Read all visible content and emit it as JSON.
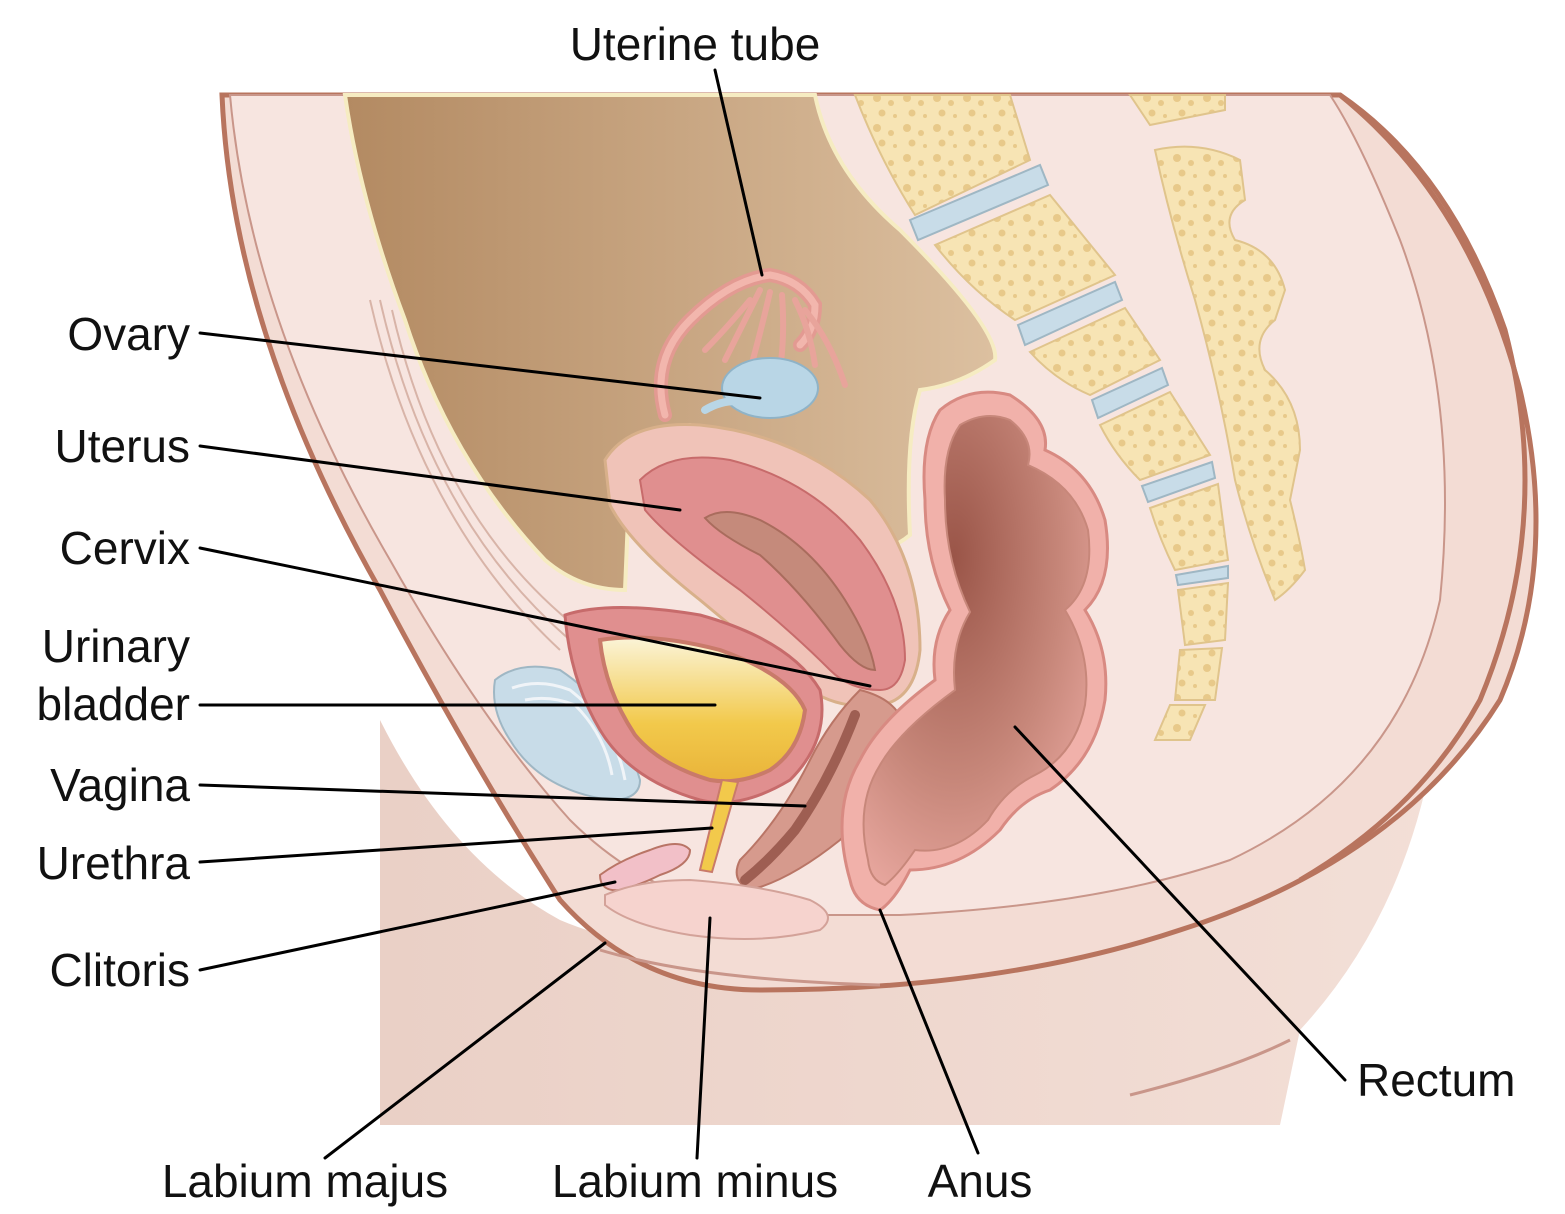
{
  "labels": {
    "uterine_tube": "Uterine tube",
    "ovary": "Ovary",
    "uterus": "Uterus",
    "cervix": "Cervix",
    "urinary_bladder_line1": "Urinary",
    "urinary_bladder_line2": "bladder",
    "vagina": "Vagina",
    "urethra": "Urethra",
    "clitoris": "Clitoris",
    "labium_majus": "Labium majus",
    "labium_minus": "Labium minus",
    "anus": "Anus",
    "rectum": "Rectum"
  },
  "colors": {
    "skin": "#f3dcd4",
    "skin_outline": "#b8745e",
    "cavity": "#c9a57f",
    "bone": "#f7e4b4",
    "disc": "#c8dce8",
    "uterus": "#e08f8f",
    "bladder_urine": "#f3c94a",
    "rectum": "#b56e62",
    "ovary": "#b9d6e6"
  }
}
